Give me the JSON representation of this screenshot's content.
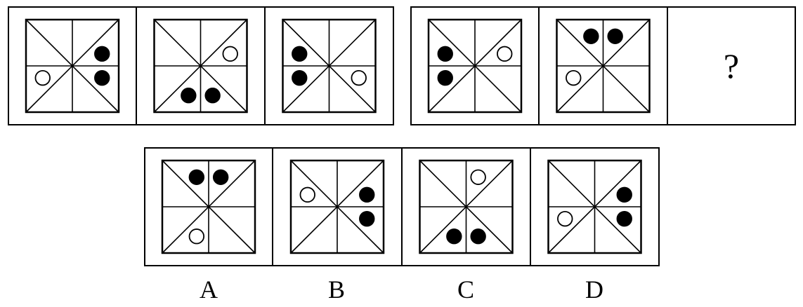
{
  "question_mark": "?",
  "colors": {
    "stroke": "#000000",
    "filled": "#000000",
    "hollow": "#ffffff"
  },
  "panels": [
    {
      "circles": [
        {
          "position": "right-top",
          "fill": "black"
        },
        {
          "position": "right-bottom",
          "fill": "black"
        },
        {
          "position": "left-bottom",
          "fill": "white"
        }
      ]
    },
    {
      "circles": [
        {
          "position": "bottom-left",
          "fill": "black"
        },
        {
          "position": "bottom-right",
          "fill": "black"
        },
        {
          "position": "right-top",
          "fill": "white"
        }
      ]
    },
    {
      "circles": [
        {
          "position": "left-top",
          "fill": "black"
        },
        {
          "position": "left-bottom",
          "fill": "black"
        },
        {
          "position": "right-bottom",
          "fill": "white"
        }
      ]
    },
    {
      "circles": [
        {
          "position": "left-top",
          "fill": "black"
        },
        {
          "position": "left-bottom",
          "fill": "black"
        },
        {
          "position": "right-top",
          "fill": "white"
        }
      ]
    },
    {
      "circles": [
        {
          "position": "top-left",
          "fill": "black"
        },
        {
          "position": "top-right",
          "fill": "black"
        },
        {
          "position": "left-bottom",
          "fill": "white"
        }
      ]
    }
  ],
  "options": [
    {
      "label": "A",
      "circles": [
        {
          "position": "top-left",
          "fill": "black"
        },
        {
          "position": "top-right",
          "fill": "black"
        },
        {
          "position": "bottom-left",
          "fill": "white"
        }
      ]
    },
    {
      "label": "B",
      "circles": [
        {
          "position": "right-top",
          "fill": "black"
        },
        {
          "position": "right-bottom",
          "fill": "black"
        },
        {
          "position": "left-top",
          "fill": "white"
        }
      ]
    },
    {
      "label": "C",
      "circles": [
        {
          "position": "bottom-left",
          "fill": "black"
        },
        {
          "position": "bottom-right",
          "fill": "black"
        },
        {
          "position": "top-right",
          "fill": "white"
        }
      ]
    },
    {
      "label": "D",
      "circles": [
        {
          "position": "right-top",
          "fill": "black"
        },
        {
          "position": "right-bottom",
          "fill": "black"
        },
        {
          "position": "left-bottom",
          "fill": "white"
        }
      ]
    }
  ]
}
